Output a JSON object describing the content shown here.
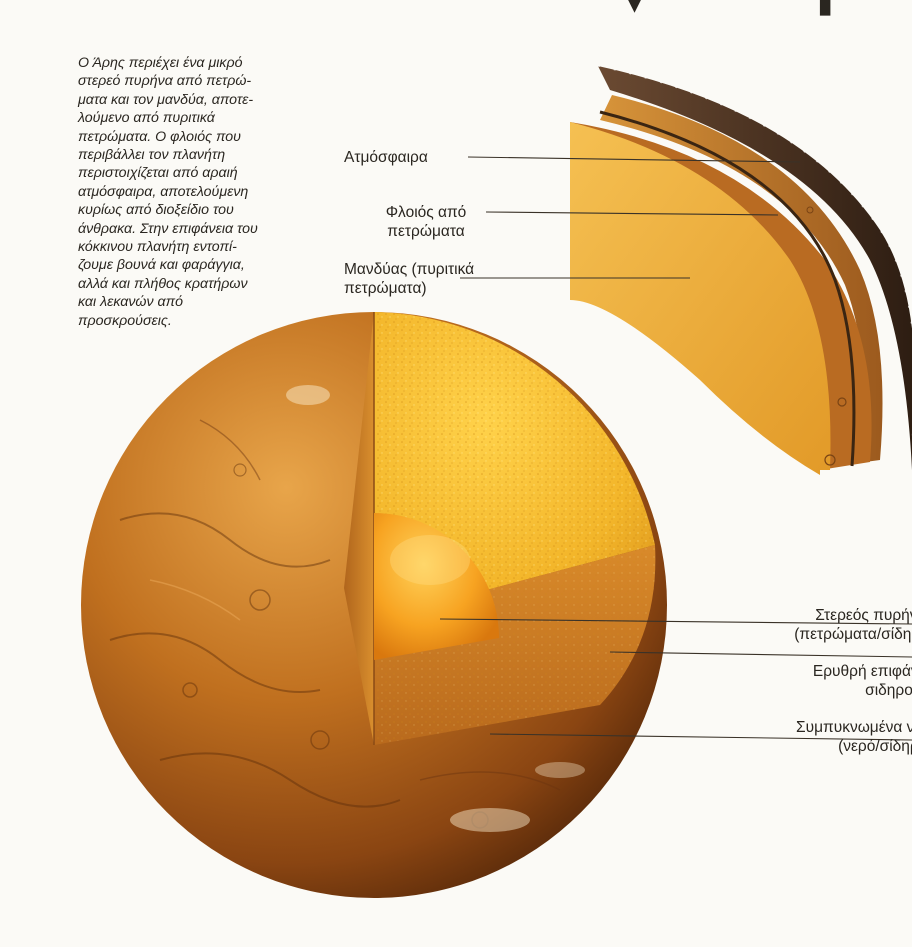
{
  "intro": {
    "text": "Ο Άρης περιέχει ένα μικρό\nστερεό πυρήνα από πετρώ-\nματα και τον μανδύα, αποτε-\nλούμενο από πυριτικά\nπετρώματα. Ο φλοιός που\nπεριβάλλει τον πλανήτη\nπεριστοιχίζεται από αραιή\nατμόσφαιρα, αποτελούμενη\nκυρίως από διοξείδιο του\nάνθρακα. Στην επιφάνεια του\nκόκκινου πλανήτη εντοπί-\nζουμε βουνά και φαράγγια,\nαλλά και πλήθος κρατήρων\nκαι λεκανών από\nπροσκρούσεις."
  },
  "labels": {
    "atmosphere": "Ατμόσφαιρα",
    "crust": "Φλοιός από\nπετρώματα",
    "mantle": "Μανδύας (πυριτικά\nπετρώματα)",
    "core": "Στερεός πυρήνας\n(πετρώματα/σίδηρο)",
    "surface": "Ερυθρή επιφάνεια\nσιδηρούχα",
    "clouds": "Συμπυκνωμένα νέφη\n(νερό/σίδηρος)"
  },
  "colors": {
    "planet_dark": "#5a2e0e",
    "planet_mid": "#b8651f",
    "planet_light": "#e7a84a",
    "mantle": "#f3b62a",
    "core": "#f49a1a",
    "atmosphere_shell": "#3f2a1c"
  }
}
